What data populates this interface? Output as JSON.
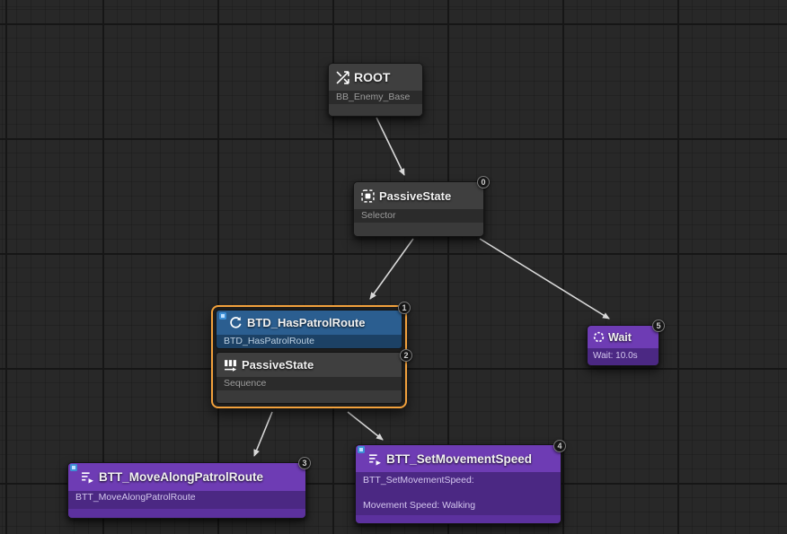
{
  "editor": {
    "background_color": "#282828",
    "selection_color": "#f2a13c",
    "wire_color": "#d9d9d9"
  },
  "colors": {
    "composite_header": "#3f3f3f",
    "composite_subtitle": "#2b2b2b",
    "decorator_header": "#2b5e90",
    "decorator_subtitle": "#1c4165",
    "task_header": "#6e3cb4",
    "task_subtitle": "#4b2883"
  },
  "nodes": {
    "root": {
      "icon": "branch-arrows-icon",
      "title": "ROOT",
      "subtitle": "BB_Enemy_Base"
    },
    "selector": {
      "icon": "selector-icon",
      "title": "PassiveState",
      "subtitle": "Selector",
      "index": "0"
    },
    "decorator": {
      "icon": "decorator-loop-icon",
      "title": "BTD_HasPatrolRoute",
      "subtitle": "BTD_HasPatrolRoute",
      "index": "1"
    },
    "sequence": {
      "icon": "sequence-icon",
      "title": "PassiveState",
      "subtitle": "Sequence",
      "index": "2"
    },
    "task_move": {
      "icon": "task-icon",
      "title": "BTT_MoveAlongPatrolRoute",
      "subtitle": "BTT_MoveAlongPatrolRoute",
      "index": "3"
    },
    "task_speed": {
      "icon": "task-icon",
      "title": "BTT_SetMovementSpeed",
      "subtitle": "BTT_SetMovementSpeed:",
      "detail": "Movement Speed: Walking",
      "index": "4"
    },
    "wait": {
      "icon": "wait-icon",
      "title": "Wait",
      "subtitle": "Wait: 10.0s",
      "index": "5"
    }
  }
}
